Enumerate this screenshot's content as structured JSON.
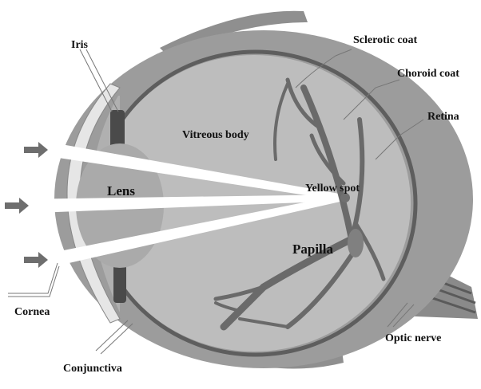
{
  "labels": {
    "iris": "Iris",
    "sclerotic_coat": "Sclerotic coat",
    "choroid_coat": "Choroid coat",
    "retina": "Retina",
    "vitreous_body": "Vitreous body",
    "lens": "Lens",
    "yellow_spot": "Yellow spot",
    "papilla": "Papilla",
    "cornea": "Cornea",
    "optic_nerve": "Optic nerve",
    "conjunctiva": "Conjunctiva"
  },
  "colors": {
    "sclera": "#9c9c9c",
    "vitreous": "#bdbdbd",
    "choroid": "#5e5e5e",
    "vessels": "#6a6a6a",
    "nerve": "#8a8a8a",
    "iris": "#4a4a4a",
    "arrows": "#6e6e6e",
    "light": "#ffffff"
  }
}
